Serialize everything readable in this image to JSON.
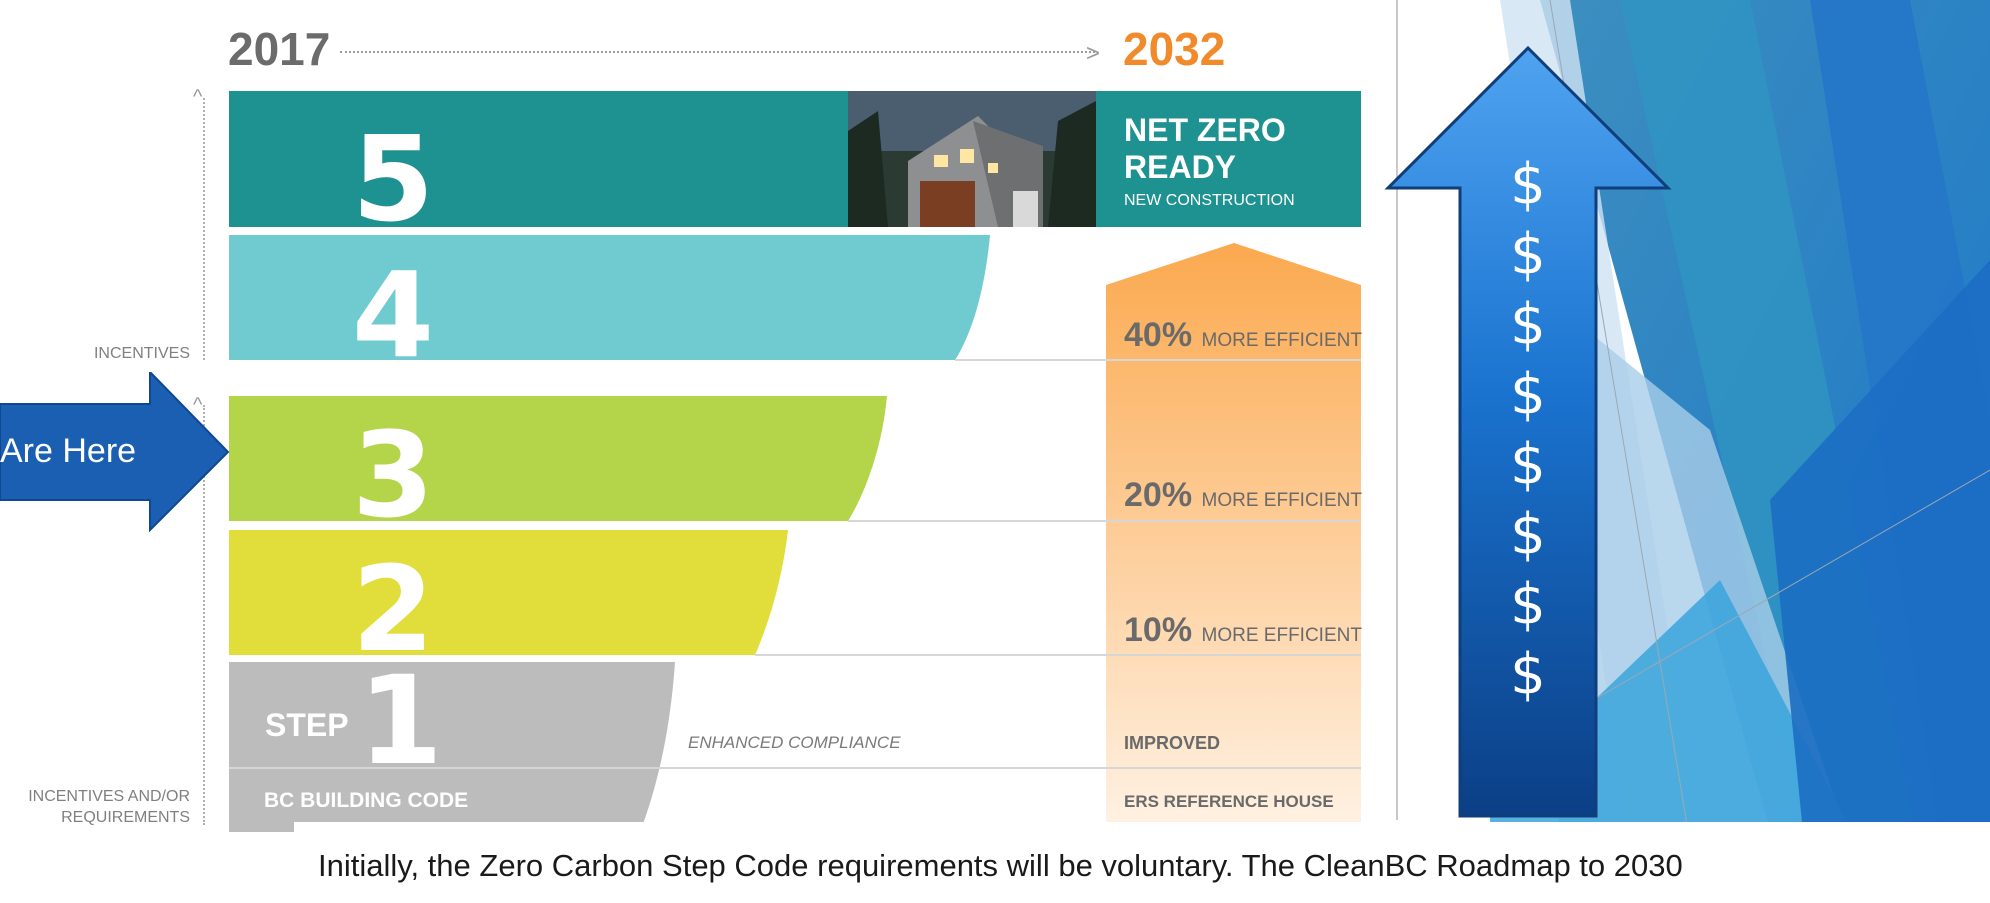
{
  "timeline": {
    "start_year": "2017",
    "end_year": "2032"
  },
  "axis": {
    "incentives_label": "INCENTIVES",
    "requirements_label": "INCENTIVES AND/OR REQUIREMENTS"
  },
  "steps": {
    "step5": {
      "number": "5",
      "title_line1": "NET ZERO",
      "title_line2": "READY",
      "subtitle": "NEW CONSTRUCTION"
    },
    "step4": {
      "number": "4",
      "pct": "40%",
      "pct_label": "MORE EFFICIENT"
    },
    "step3": {
      "number": "3",
      "pct": "20%",
      "pct_label": "MORE EFFICIENT"
    },
    "step2": {
      "number": "2",
      "pct": "10%",
      "pct_label": "MORE EFFICIENT"
    },
    "step1": {
      "prefix": "STEP",
      "number": "1",
      "compliance": "ENHANCED COMPLIANCE",
      "improved": "IMPROVED",
      "code": "BC BUILDING CODE",
      "reference": "ERS REFERENCE HOUSE"
    }
  },
  "callout": {
    "label": "Are Here"
  },
  "cost_arrow": {
    "symbols": [
      "$",
      "$",
      "$",
      "$",
      "$",
      "$",
      "$",
      "$"
    ]
  },
  "caption": {
    "text": "Initially, the Zero Carbon Step Code requirements will be voluntary. The CleanBC Roadmap to 2030"
  },
  "colors": {
    "step5": "#1e9290",
    "step4": "#6fcbcf",
    "step3": "#b4d44a",
    "step2": "#e1de3b",
    "step1": "#bdbcbc",
    "efficiency_band": "#fbb36b",
    "year_start": "#6b6b6b",
    "year_end": "#f08a2a",
    "callout_arrow": "#1b5fb2",
    "cost_arrow": "#1769c5"
  }
}
